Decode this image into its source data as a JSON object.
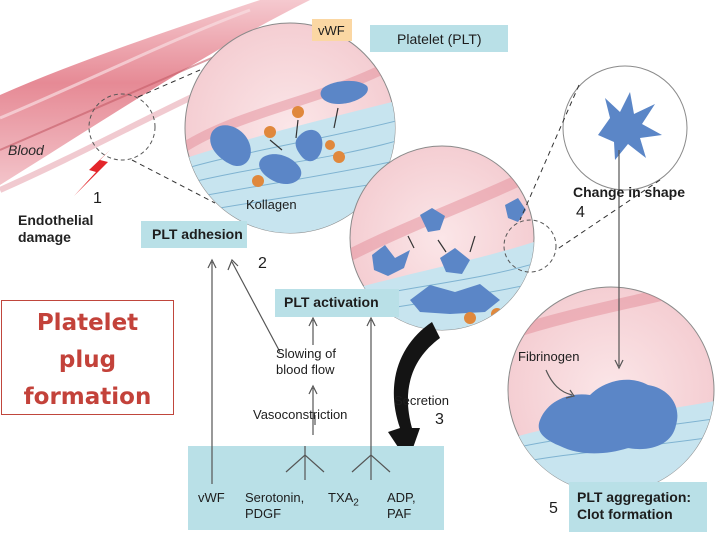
{
  "labels": {
    "vwf_top": "vWF",
    "platelet": "Platelet (PLT)",
    "blood": "Blood",
    "step1": "1",
    "endothelial": "Endothelial\ndamage",
    "kollagen": "Kollagen",
    "plt_adhesion": "PLT adhesion",
    "step2": "2",
    "change_shape": "Change in shape",
    "step4": "4",
    "plt_activation": "PLT activation",
    "slowing": "Slowing of\nblood flow",
    "vasoconstriction": "Vasoconstriction",
    "secretion": "Secretion",
    "step3": "3",
    "fibrinogen": "Fibrinogen",
    "title": "Platelet\nplug\nformation",
    "plt_aggregation": "PLT aggregation:\nClot formation",
    "step5": "5",
    "vwf_bottom": "vWF",
    "serotonin": "Serotonin,\nPDGF",
    "txa2_base": "TXA",
    "txa2_sub": "2",
    "adp": "ADP,\nPAF"
  },
  "colors": {
    "vessel_red": "#e07f8a",
    "vessel_light": "#f6d3d7",
    "platelet_blue": "#5b86c7",
    "granule_orange": "#e0883c",
    "panel_teal": "#b9e0e7",
    "tissue_blue": "#bfe2ee",
    "title_red": "#c3423a"
  },
  "icons": [
    "platelet-cell-icon",
    "granule-icon",
    "damage-bolt-icon",
    "secretion-arrow-icon"
  ]
}
